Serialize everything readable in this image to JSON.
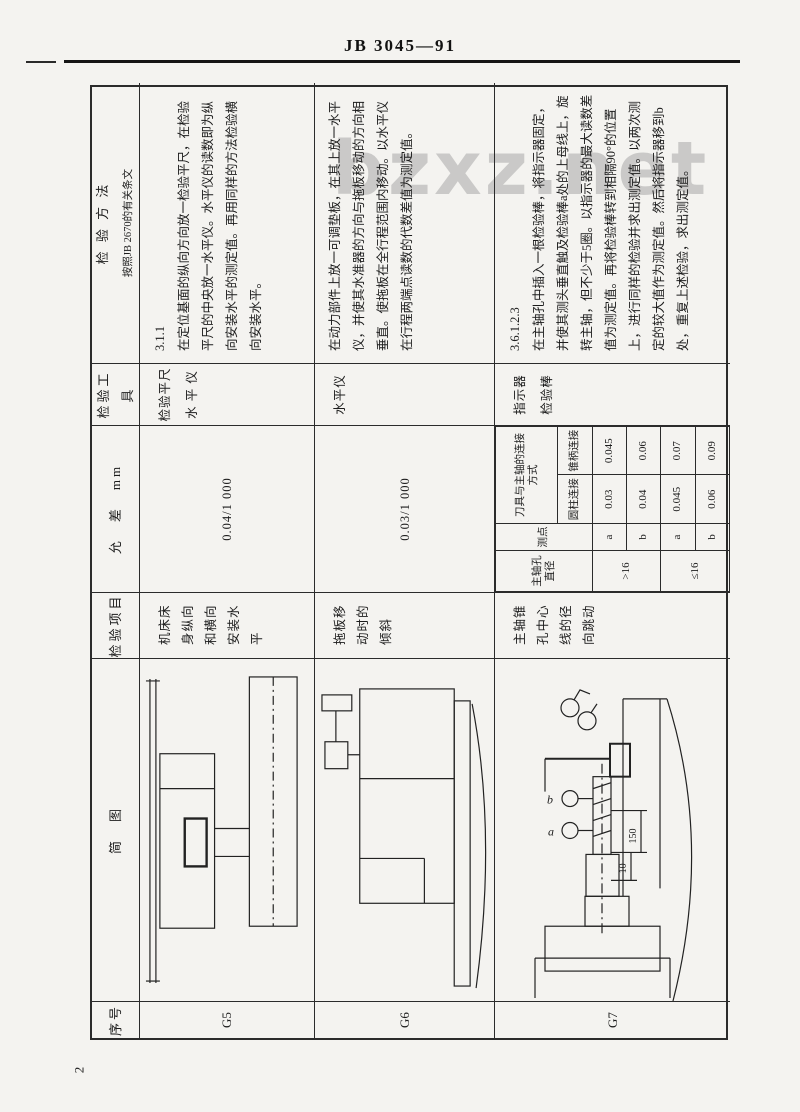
{
  "page": {
    "title": "JB 3045—91",
    "watermark": "bzxz.net",
    "page_number": "2"
  },
  "table": {
    "headers": {
      "no": "序号",
      "diagram": "简　图",
      "item": "检验项目",
      "tolerance": "允　差　mm",
      "tools": "检验工具",
      "method": "检 验 方 法",
      "method_sub": "按照JB 2670的有关条文"
    },
    "rows": [
      {
        "no": "G5",
        "item": "机床床身纵向和横向安装水平",
        "tolerance": "0.04/1 000",
        "tools": "检验平尺\n水 平 仪",
        "method_ref": "3.1.1",
        "method": "在定位基面的纵向方向放一检验平尺，在检验平尺的中央放一水平仪。水平仪的读数即为纵向安装水平的测定值。再用同样的方法检验横向安装水平。"
      },
      {
        "no": "G6",
        "item": "拖板移动时的倾斜",
        "tolerance": "0.03/1 000",
        "tools": "水平仪",
        "method_ref": "",
        "method": "在动力部件上放一可调垫板，在其上放一水平仪，并使其水准器的方向与拖板移动的方向相垂直。使拖板在全行程范围内移动。以水平仪在行程两端点读数的代数差值为测定值。"
      },
      {
        "no": "G7",
        "item": "主轴锥孔中心线的径向跳动",
        "tools": "指示器\n检验棒",
        "method_ref": "3.6.1.2.3",
        "method": "在主轴孔中插入一根检验棒，将指示器固定，并使其测头垂直触及检验棒a处的上母线上，旋转主轴，但不少于5圈。以指示器的最大读数差值为测定值。再将检验棒转到相隔90°的位置上，进行同样的检验并求出测定值。以两次测定的较大值作为测定值。然后将指示器移到b处，重复上述检验，求出测定值。",
        "tolerance_table": {
          "col_diameter": "主轴孔直径",
          "col_point": "测点",
          "col_connection": "刀具与主轴的连接方式",
          "col_cylindrical": "圆柱连接",
          "col_taper": "锥柄连接",
          "rows": [
            {
              "dia": ">16",
              "points": [
                {
                  "p": "a",
                  "cyl": "0.03",
                  "taper": "0.045"
                },
                {
                  "p": "b",
                  "cyl": "0.04",
                  "taper": "0.06"
                }
              ]
            },
            {
              "dia": "≤16",
              "points": [
                {
                  "p": "a",
                  "cyl": "0.045",
                  "taper": "0.07"
                },
                {
                  "p": "b",
                  "cyl": "0.06",
                  "taper": "0.09"
                }
              ]
            }
          ]
        },
        "diagram_labels": {
          "point_a": "a",
          "point_b": "b",
          "dim1": "150",
          "dim2": "10"
        }
      }
    ]
  }
}
